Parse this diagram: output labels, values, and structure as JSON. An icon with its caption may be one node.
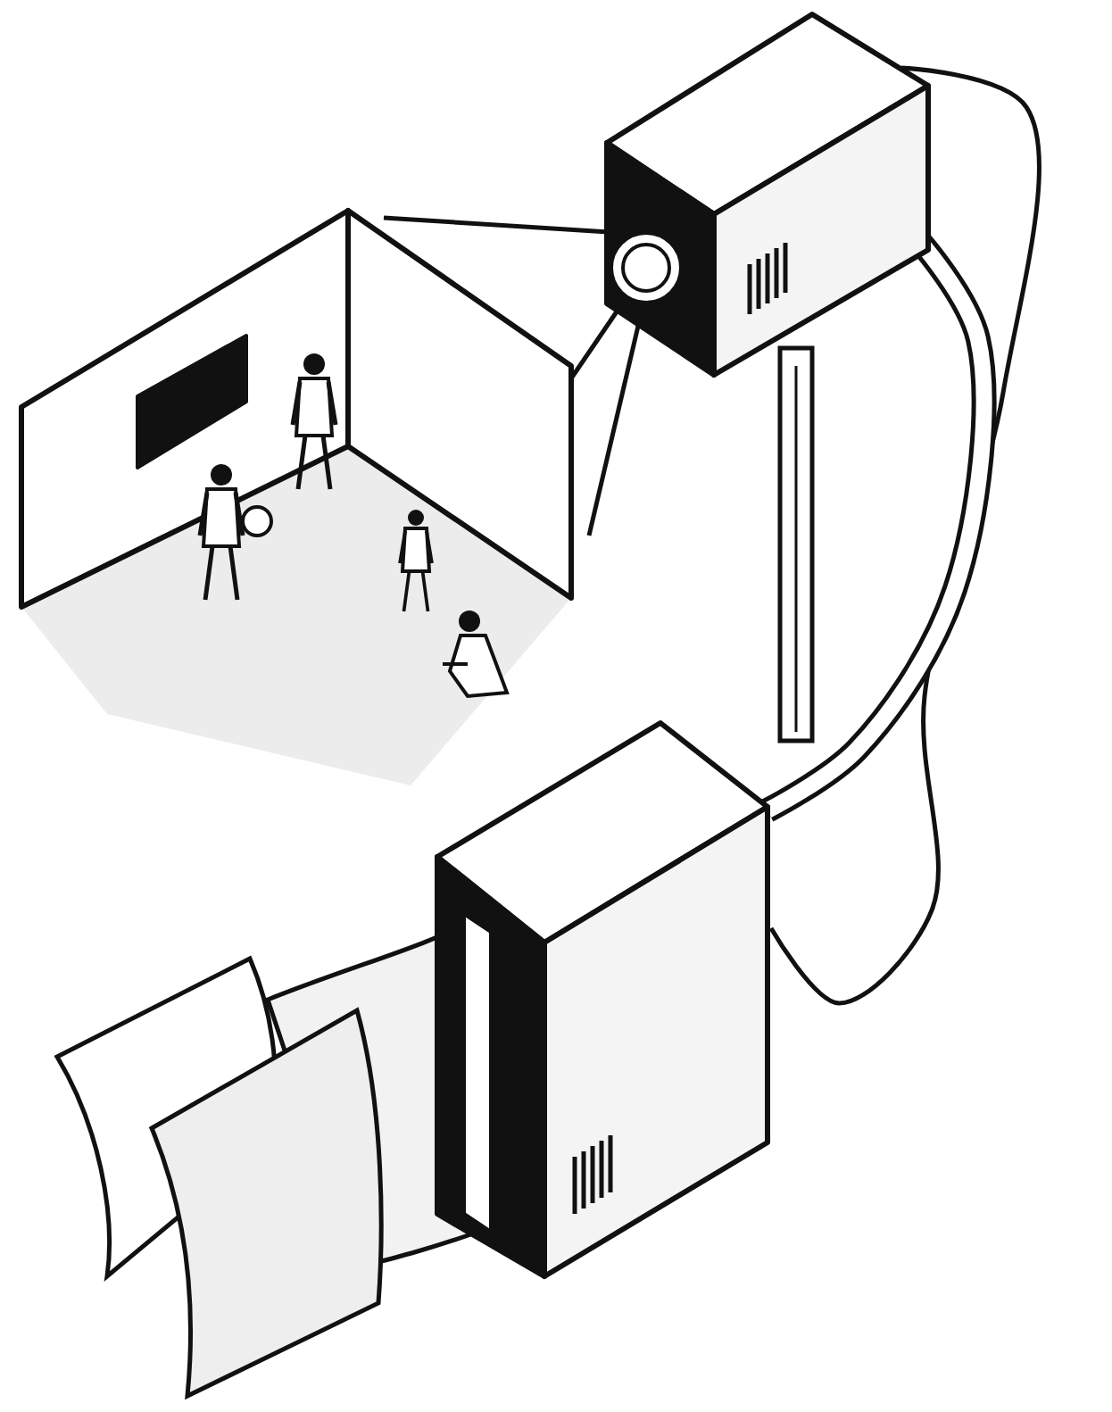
{
  "diagram": {
    "nodes": [
      {
        "text": [],
        "shape": "picture"
      },
      {
        "text": [],
        "shape": "picture"
      },
      {
        "text": [],
        "shape": "picture"
      },
      {
        "text": [],
        "shape": "picture"
      }
    ],
    "edges": [
      {
        "from": 1,
        "to": 0,
        "arrow": "none"
      },
      {
        "from": 1,
        "to": 0,
        "arrow": "none"
      },
      {
        "from": 1,
        "to": 0,
        "arrow": "none"
      },
      {
        "from": 1,
        "to": 2,
        "arrow": "none"
      },
      {
        "from": 1,
        "to": 2,
        "arrow": "none",
        "style": "thick"
      }
    ]
  }
}
